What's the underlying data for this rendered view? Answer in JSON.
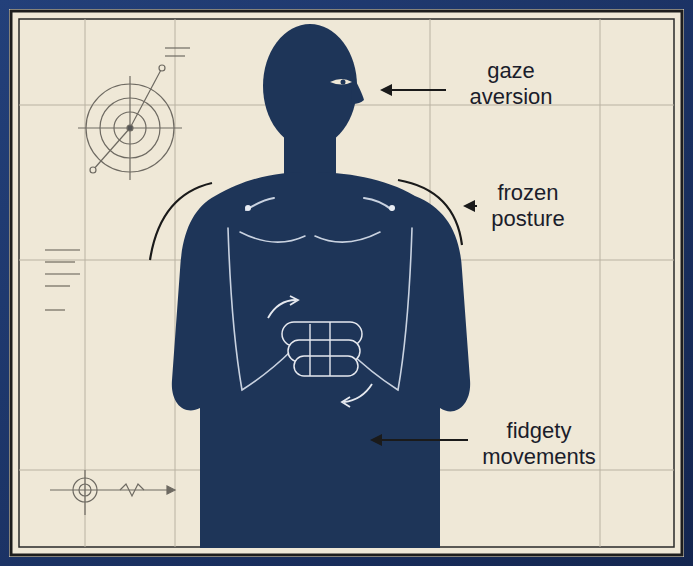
{
  "diagram": {
    "labels": [
      "gaze aversion",
      "frozen posture",
      "fidgety movements"
    ]
  }
}
